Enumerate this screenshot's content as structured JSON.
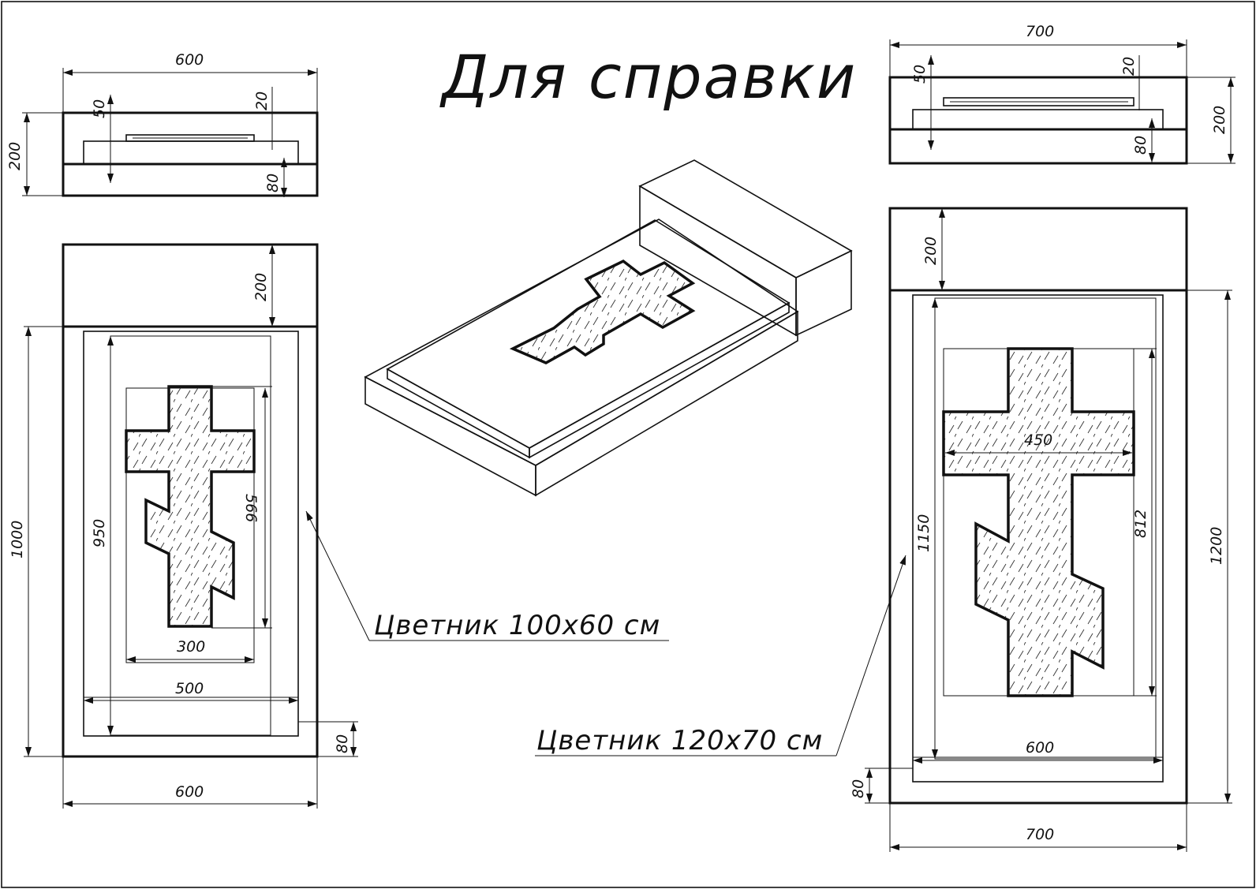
{
  "title": "Для справки",
  "labels": {
    "small": "Цветник 100х60 см",
    "large": "Цветник 120х70 см"
  },
  "small_top": {
    "width": "600",
    "height": "200",
    "slab": "50",
    "cross": "20",
    "base": "80"
  },
  "small_plan": {
    "headstone": "200",
    "length": "1000",
    "inner_length": "950",
    "cross_length": "566",
    "cross_bar": "300",
    "inner_width": "500",
    "base": "80",
    "width": "600"
  },
  "large_top": {
    "width": "700",
    "slab": "50",
    "cross": "20",
    "height": "200",
    "base": "80"
  },
  "large_plan": {
    "headstone": "200",
    "inner_length": "1150",
    "cross_bar": "450",
    "cross_length": "812",
    "length": "1200",
    "inner_width": "600",
    "base": "80",
    "width": "700"
  }
}
